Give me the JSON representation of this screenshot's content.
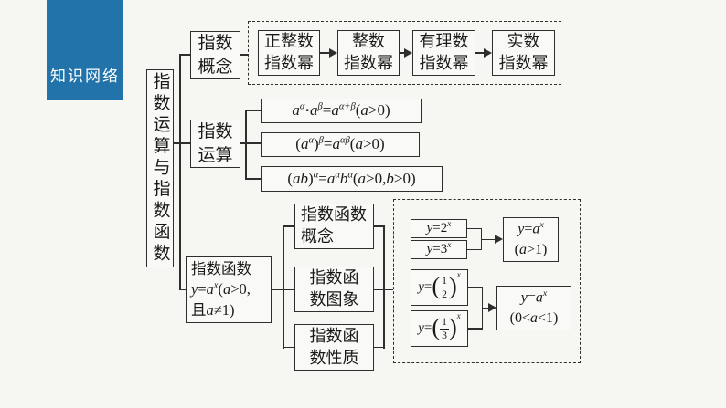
{
  "sidebar_tab": {
    "label": "知识网络"
  },
  "colors": {
    "tab_blue": "#2173a9",
    "line_dark": "#2e2e2e",
    "background": "#f6f6f2"
  },
  "root": {
    "label": "指数运算与指数函数"
  },
  "branches": {
    "concept": {
      "lines": [
        "指数",
        "概念"
      ]
    },
    "operation": {
      "lines": [
        "指数",
        "运算"
      ]
    },
    "function": {
      "title": "指数函数",
      "formula": [
        {
          "t": "y",
          "s": "i"
        },
        {
          "t": "=",
          "s": "n"
        },
        {
          "t": "a",
          "s": "i"
        },
        {
          "t": "x",
          "s": "sup"
        },
        {
          "t": "(",
          "s": "n"
        },
        {
          "t": "a",
          "s": "i"
        },
        {
          "t": ">0,",
          "s": "n"
        }
      ],
      "condition": [
        {
          "t": "且",
          "s": "n"
        },
        {
          "t": "a",
          "s": "i"
        },
        {
          "t": "≠1)",
          "s": "n"
        }
      ]
    }
  },
  "power_chain": {
    "items": [
      {
        "lines": [
          "正整数",
          "指数幂"
        ]
      },
      {
        "lines": [
          "整数",
          "指数幂"
        ]
      },
      {
        "lines": [
          "有理数",
          "指数幂"
        ]
      },
      {
        "lines": [
          "实数",
          "指数幂"
        ]
      }
    ]
  },
  "formulas": [
    {
      "segments": [
        {
          "t": "a",
          "s": "i"
        },
        {
          "t": "α",
          "s": "sup"
        },
        {
          "t": "·",
          "s": "b"
        },
        {
          "t": "a",
          "s": "i"
        },
        {
          "t": "β",
          "s": "sup"
        },
        {
          "t": "=",
          "s": "n"
        },
        {
          "t": "a",
          "s": "i"
        },
        {
          "t": "α+β",
          "s": "sup"
        },
        {
          "t": "(",
          "s": "n"
        },
        {
          "t": "a",
          "s": "i"
        },
        {
          "t": ">0)",
          "s": "n"
        }
      ]
    },
    {
      "segments": [
        {
          "t": "(",
          "s": "n"
        },
        {
          "t": "a",
          "s": "i"
        },
        {
          "t": "α",
          "s": "sup"
        },
        {
          "t": ")",
          "s": "n"
        },
        {
          "t": "β",
          "s": "sup"
        },
        {
          "t": "=",
          "s": "n"
        },
        {
          "t": "a",
          "s": "i"
        },
        {
          "t": "αβ",
          "s": "sup"
        },
        {
          "t": "(",
          "s": "n"
        },
        {
          "t": "a",
          "s": "i"
        },
        {
          "t": ">0)",
          "s": "n"
        }
      ]
    },
    {
      "segments": [
        {
          "t": "(",
          "s": "n"
        },
        {
          "t": "ab",
          "s": "i"
        },
        {
          "t": ")",
          "s": "n"
        },
        {
          "t": "α",
          "s": "sup"
        },
        {
          "t": "=",
          "s": "n"
        },
        {
          "t": "a",
          "s": "i"
        },
        {
          "t": "α",
          "s": "sup"
        },
        {
          "t": "b",
          "s": "i"
        },
        {
          "t": "α",
          "s": "sup"
        },
        {
          "t": "(",
          "s": "n"
        },
        {
          "t": "a",
          "s": "i"
        },
        {
          "t": ">0,",
          "s": "n"
        },
        {
          "t": "b",
          "s": "i"
        },
        {
          "t": ">0)",
          "s": "n"
        }
      ]
    }
  ],
  "subtopics": [
    {
      "lines": [
        "指数函数",
        "概念"
      ]
    },
    {
      "lines": [
        "指数函",
        "数图象"
      ]
    },
    {
      "lines": [
        "指数函",
        "数性质"
      ]
    }
  ],
  "examples": {
    "concept": {
      "items": [
        {
          "segments": [
            {
              "t": "y",
              "s": "i"
            },
            {
              "t": "=2",
              "s": "n"
            },
            {
              "t": "x",
              "s": "sup"
            }
          ]
        },
        {
          "segments": [
            {
              "t": "y",
              "s": "i"
            },
            {
              "t": "=3",
              "s": "n"
            },
            {
              "t": "x",
              "s": "sup"
            }
          ]
        }
      ],
      "result": {
        "line1": [
          {
            "t": "y",
            "s": "i"
          },
          {
            "t": "=",
            "s": "n"
          },
          {
            "t": "a",
            "s": "i"
          },
          {
            "t": "x",
            "s": "sup"
          }
        ],
        "line2": [
          {
            "t": "(",
            "s": "n"
          },
          {
            "t": "a",
            "s": "i"
          },
          {
            "t": ">1)",
            "s": "n"
          }
        ]
      }
    },
    "graph": {
      "items": [
        {
          "segments": [
            {
              "t": "y",
              "s": "i"
            },
            {
              "t": "=",
              "s": "n"
            },
            {
              "t": "(",
              "s": "big"
            },
            {
              "s": "frac",
              "num": "1",
              "den": "2"
            },
            {
              "t": ")",
              "s": "big"
            },
            {
              "t": "x",
              "s": "supf"
            }
          ]
        },
        {
          "segments": [
            {
              "t": "y",
              "s": "i"
            },
            {
              "t": "=",
              "s": "n"
            },
            {
              "t": "(",
              "s": "big"
            },
            {
              "s": "frac",
              "num": "1",
              "den": "3"
            },
            {
              "t": ")",
              "s": "big"
            },
            {
              "t": "x",
              "s": "supf"
            }
          ]
        }
      ],
      "result": {
        "line1": [
          {
            "t": "y",
            "s": "i"
          },
          {
            "t": "=",
            "s": "n"
          },
          {
            "t": "a",
            "s": "i"
          },
          {
            "t": "x",
            "s": "sup"
          }
        ],
        "line2": [
          {
            "t": "(0<",
            "s": "n"
          },
          {
            "t": "a",
            "s": "i"
          },
          {
            "t": "<1)",
            "s": "n"
          }
        ]
      }
    }
  }
}
